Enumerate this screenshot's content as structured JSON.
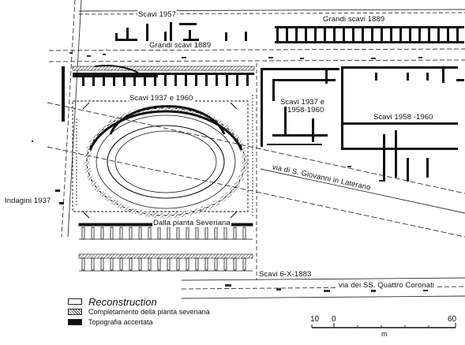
{
  "labels": {
    "scavi_1957": "Scavi 1957",
    "grandi_scavi_1889_right": "Grandi scavi 1889",
    "grandi_scavi_1889_left": "Grandi scavi 1889",
    "scavi_1937_1960": "Scavi 1937 e 1960",
    "scavi_1937_1958_line1": "Scavi 1937 e",
    "scavi_1937_1958_line2": "1958-1960",
    "scavi_1958_1960": "Scavi 1958 -1960",
    "via_s_giovanni": "via di S. Giovanni in Laterano",
    "indagini_1937": "Indagini 1937",
    "dalla_pianta_severiana": "Dalla pianta Severiana",
    "scavi_6_x_1883": "Scavi 6-X-1883",
    "via_ss_quattro": "via dei SS. Quattro Coronati"
  },
  "legend": {
    "reconstruction": "Reconstruction",
    "completamento": "Completamento della pianta severiana",
    "topografia": "Topografia accertata"
  },
  "scale": {
    "tick_10": "10",
    "tick_0": "0",
    "tick_60": "60",
    "unit": "m"
  }
}
